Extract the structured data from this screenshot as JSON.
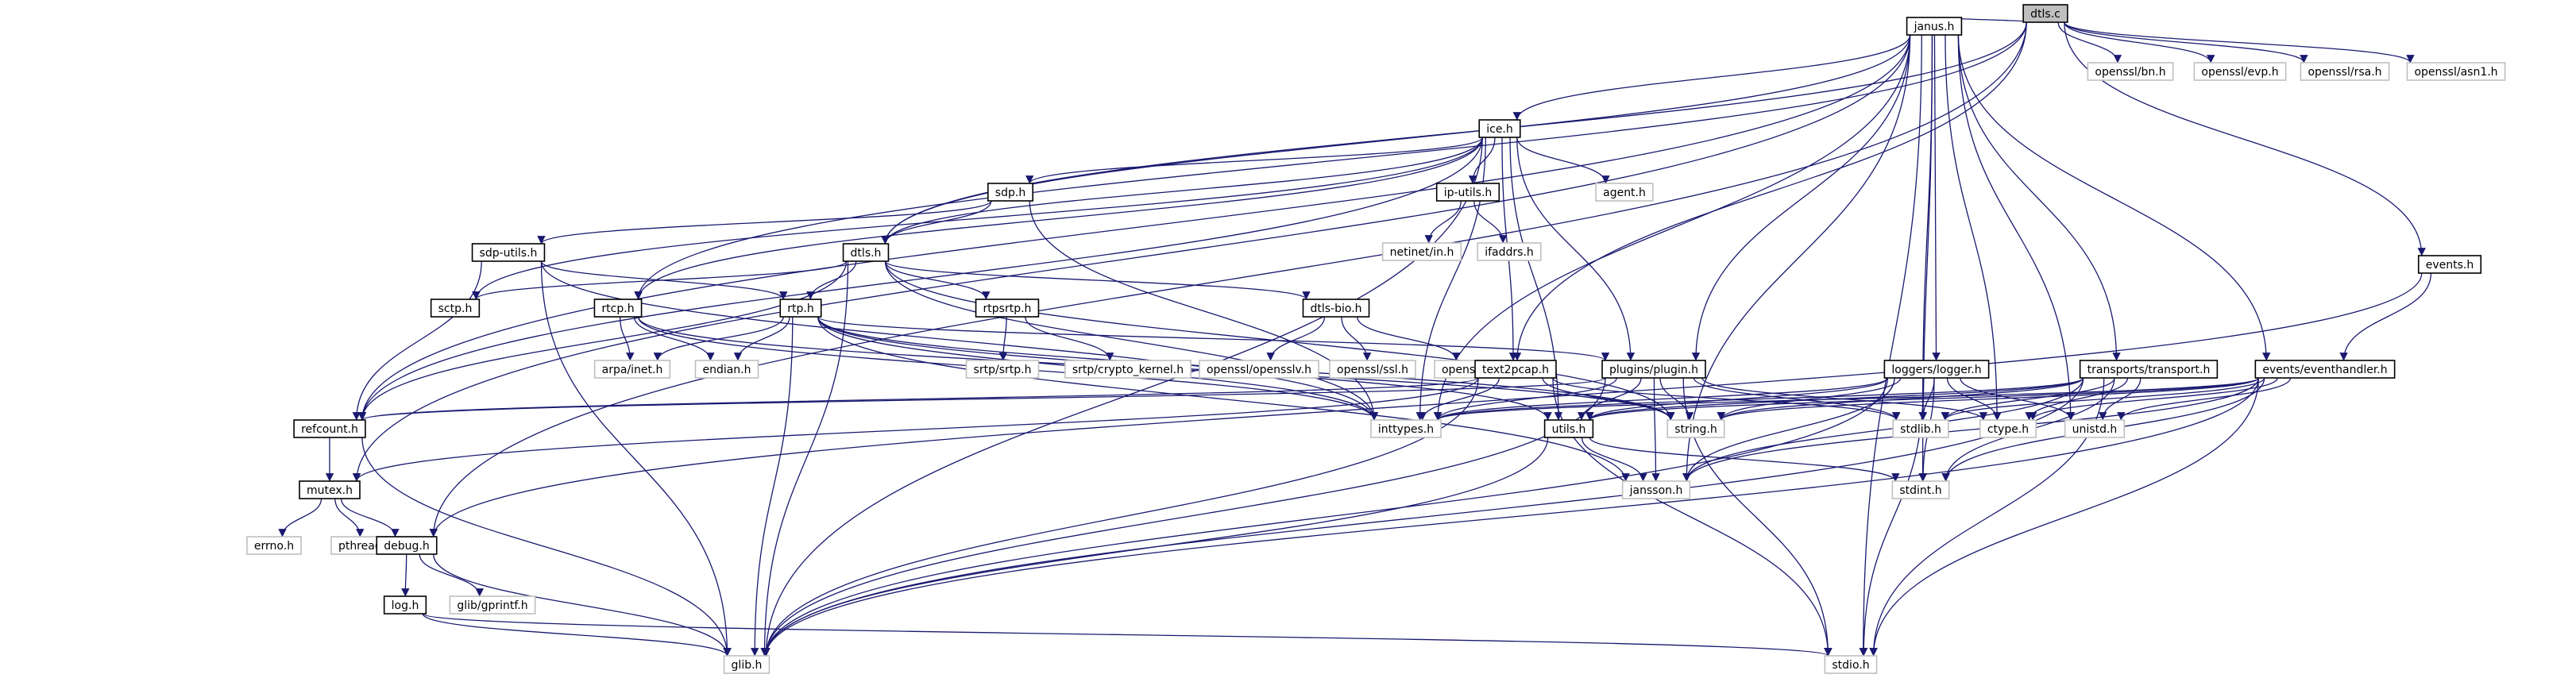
{
  "graph": {
    "nodes": [
      {
        "id": "dtls_c",
        "label": "dtls.c",
        "style": "root"
      },
      {
        "id": "janus_h",
        "label": "janus.h",
        "style": "linked"
      },
      {
        "id": "ossl_bn",
        "label": "openssl/bn.h",
        "style": "external"
      },
      {
        "id": "ossl_evp",
        "label": "openssl/evp.h",
        "style": "external"
      },
      {
        "id": "ossl_rsa",
        "label": "openssl/rsa.h",
        "style": "external"
      },
      {
        "id": "ossl_asn1",
        "label": "openssl/asn1.h",
        "style": "external"
      },
      {
        "id": "ice_h",
        "label": "ice.h",
        "style": "linked"
      },
      {
        "id": "agent_h",
        "label": "agent.h",
        "style": "external"
      },
      {
        "id": "sdp_h",
        "label": "sdp.h",
        "style": "linked"
      },
      {
        "id": "ip_utils_h",
        "label": "ip-utils.h",
        "style": "linked"
      },
      {
        "id": "netinet_in",
        "label": "netinet/in.h",
        "style": "external"
      },
      {
        "id": "ifaddrs_h",
        "label": "ifaddrs.h",
        "style": "external"
      },
      {
        "id": "sdp_utils_h",
        "label": "sdp-utils.h",
        "style": "linked"
      },
      {
        "id": "dtls_h",
        "label": "dtls.h",
        "style": "linked"
      },
      {
        "id": "sctp_h",
        "label": "sctp.h",
        "style": "linked"
      },
      {
        "id": "rtcp_h",
        "label": "rtcp.h",
        "style": "linked"
      },
      {
        "id": "rtp_h",
        "label": "rtp.h",
        "style": "linked"
      },
      {
        "id": "rtpsrtp_h",
        "label": "rtpsrtp.h",
        "style": "linked"
      },
      {
        "id": "dtls_bio_h",
        "label": "dtls-bio.h",
        "style": "linked"
      },
      {
        "id": "events_h",
        "label": "events.h",
        "style": "linked"
      },
      {
        "id": "srtp_srtp",
        "label": "srtp/srtp.h",
        "style": "external"
      },
      {
        "id": "srtp_crypto",
        "label": "srtp/crypto_kernel.h",
        "style": "external"
      },
      {
        "id": "ossl_opensslv",
        "label": "openssl/opensslv.h",
        "style": "external"
      },
      {
        "id": "ossl_ssl",
        "label": "openssl/ssl.h",
        "style": "external"
      },
      {
        "id": "ossl_err",
        "label": "openssl/err.h",
        "style": "external"
      },
      {
        "id": "arpa_inet",
        "label": "arpa/inet.h",
        "style": "external"
      },
      {
        "id": "endian_h",
        "label": "endian.h",
        "style": "external"
      },
      {
        "id": "text2pcap_h",
        "label": "text2pcap.h",
        "style": "linked"
      },
      {
        "id": "plugin_h",
        "label": "plugins/plugin.h",
        "style": "linked"
      },
      {
        "id": "logger_h",
        "label": "loggers/logger.h",
        "style": "linked"
      },
      {
        "id": "transport_h",
        "label": "transports/transport.h",
        "style": "linked"
      },
      {
        "id": "eventhandler_h",
        "label": "events/eventhandler.h",
        "style": "linked"
      },
      {
        "id": "refcount_h",
        "label": "refcount.h",
        "style": "linked"
      },
      {
        "id": "inttypes_h",
        "label": "inttypes.h",
        "style": "external"
      },
      {
        "id": "utils_h",
        "label": "utils.h",
        "style": "linked"
      },
      {
        "id": "string_h",
        "label": "string.h",
        "style": "external"
      },
      {
        "id": "stdlib_h",
        "label": "stdlib.h",
        "style": "external"
      },
      {
        "id": "ctype_h",
        "label": "ctype.h",
        "style": "external"
      },
      {
        "id": "unistd_h",
        "label": "unistd.h",
        "style": "external"
      },
      {
        "id": "mutex_h",
        "label": "mutex.h",
        "style": "linked"
      },
      {
        "id": "jansson_h",
        "label": "jansson.h",
        "style": "external"
      },
      {
        "id": "stdint_h",
        "label": "stdint.h",
        "style": "external"
      },
      {
        "id": "errno_h",
        "label": "errno.h",
        "style": "external"
      },
      {
        "id": "pthread_h",
        "label": "pthread.h",
        "style": "external"
      },
      {
        "id": "debug_h",
        "label": "debug.h",
        "style": "linked"
      },
      {
        "id": "log_h",
        "label": "log.h",
        "style": "linked"
      },
      {
        "id": "glib_printf",
        "label": "glib/gprintf.h",
        "style": "external"
      },
      {
        "id": "glib_h",
        "label": "glib.h",
        "style": "external"
      },
      {
        "id": "stdio_h",
        "label": "stdio.h",
        "style": "external"
      }
    ],
    "edges": [
      [
        "dtls_c",
        "janus_h"
      ],
      [
        "dtls_c",
        "ossl_bn"
      ],
      [
        "dtls_c",
        "ossl_evp"
      ],
      [
        "dtls_c",
        "ossl_rsa"
      ],
      [
        "dtls_c",
        "ossl_asn1"
      ],
      [
        "dtls_c",
        "dtls_h"
      ],
      [
        "dtls_c",
        "rtcp_h"
      ],
      [
        "dtls_c",
        "events_h"
      ],
      [
        "dtls_c",
        "ossl_err"
      ],
      [
        "dtls_c",
        "debug_h"
      ],
      [
        "janus_h",
        "ice_h"
      ],
      [
        "janus_h",
        "refcount_h"
      ],
      [
        "janus_h",
        "mutex_h"
      ],
      [
        "janus_h",
        "jansson_h"
      ],
      [
        "janus_h",
        "plugin_h"
      ],
      [
        "janus_h",
        "logger_h"
      ],
      [
        "janus_h",
        "transport_h"
      ],
      [
        "janus_h",
        "eventhandler_h"
      ],
      [
        "janus_h",
        "inttypes_h"
      ],
      [
        "janus_h",
        "stdlib_h"
      ],
      [
        "janus_h",
        "ctype_h"
      ],
      [
        "janus_h",
        "unistd_h"
      ],
      [
        "janus_h",
        "stdint_h"
      ],
      [
        "janus_h",
        "stdio_h"
      ],
      [
        "janus_h",
        "dtls_h"
      ],
      [
        "ice_h",
        "agent_h"
      ],
      [
        "ice_h",
        "sdp_h"
      ],
      [
        "ice_h",
        "ip_utils_h"
      ],
      [
        "ice_h",
        "dtls_h"
      ],
      [
        "ice_h",
        "sctp_h"
      ],
      [
        "ice_h",
        "rtcp_h"
      ],
      [
        "ice_h",
        "text2pcap_h"
      ],
      [
        "ice_h",
        "utils_h"
      ],
      [
        "ice_h",
        "plugin_h"
      ],
      [
        "ice_h",
        "refcount_h"
      ],
      [
        "ice_h",
        "glib_h"
      ],
      [
        "ice_h",
        "inttypes_h"
      ],
      [
        "ip_utils_h",
        "netinet_in"
      ],
      [
        "ip_utils_h",
        "ifaddrs_h"
      ],
      [
        "sdp_h",
        "sdp_utils_h"
      ],
      [
        "sdp_h",
        "dtls_h"
      ],
      [
        "sdp_h",
        "inttypes_h"
      ],
      [
        "sdp_utils_h",
        "rtp_h"
      ],
      [
        "sdp_utils_h",
        "refcount_h"
      ],
      [
        "sdp_utils_h",
        "glib_h"
      ],
      [
        "sdp_utils_h",
        "inttypes_h"
      ],
      [
        "dtls_h",
        "rtp_h"
      ],
      [
        "dtls_h",
        "rtpsrtp_h"
      ],
      [
        "dtls_h",
        "dtls_bio_h"
      ],
      [
        "dtls_h",
        "sctp_h"
      ],
      [
        "dtls_h",
        "refcount_h"
      ],
      [
        "dtls_h",
        "glib_h"
      ],
      [
        "dtls_h",
        "inttypes_h"
      ],
      [
        "dtls_h",
        "string_h"
      ],
      [
        "rtpsrtp_h",
        "srtp_srtp"
      ],
      [
        "rtpsrtp_h",
        "srtp_crypto"
      ],
      [
        "dtls_bio_h",
        "ossl_opensslv"
      ],
      [
        "dtls_bio_h",
        "ossl_ssl"
      ],
      [
        "dtls_bio_h",
        "ossl_err"
      ],
      [
        "rtcp_h",
        "arpa_inet"
      ],
      [
        "rtcp_h",
        "endian_h"
      ],
      [
        "rtcp_h",
        "inttypes_h"
      ],
      [
        "rtcp_h",
        "string_h"
      ],
      [
        "rtp_h",
        "arpa_inet"
      ],
      [
        "rtp_h",
        "endian_h"
      ],
      [
        "rtp_h",
        "inttypes_h"
      ],
      [
        "rtp_h",
        "string_h"
      ],
      [
        "rtp_h",
        "glib_h"
      ],
      [
        "rtp_h",
        "jansson_h"
      ],
      [
        "rtp_h",
        "plugin_h"
      ],
      [
        "rtp_h",
        "utils_h"
      ],
      [
        "text2pcap_h",
        "inttypes_h"
      ],
      [
        "text2pcap_h",
        "string_h"
      ],
      [
        "text2pcap_h",
        "stdio_h"
      ],
      [
        "text2pcap_h",
        "glib_h"
      ],
      [
        "text2pcap_h",
        "refcount_h"
      ],
      [
        "text2pcap_h",
        "mutex_h"
      ],
      [
        "text2pcap_h",
        "stdlib_h"
      ],
      [
        "plugin_h",
        "inttypes_h"
      ],
      [
        "plugin_h",
        "string_h"
      ],
      [
        "plugin_h",
        "stdlib_h"
      ],
      [
        "plugin_h",
        "glib_h"
      ],
      [
        "plugin_h",
        "jansson_h"
      ],
      [
        "plugin_h",
        "utils_h"
      ],
      [
        "plugin_h",
        "refcount_h"
      ],
      [
        "plugin_h",
        "stdio_h"
      ],
      [
        "plugin_h",
        "ctype_h"
      ],
      [
        "logger_h",
        "inttypes_h"
      ],
      [
        "logger_h",
        "string_h"
      ],
      [
        "logger_h",
        "stdlib_h"
      ],
      [
        "logger_h",
        "ctype_h"
      ],
      [
        "logger_h",
        "unistd_h"
      ],
      [
        "logger_h",
        "glib_h"
      ],
      [
        "logger_h",
        "jansson_h"
      ],
      [
        "logger_h",
        "stdint_h"
      ],
      [
        "logger_h",
        "stdio_h"
      ],
      [
        "logger_h",
        "utils_h"
      ],
      [
        "transport_h",
        "inttypes_h"
      ],
      [
        "transport_h",
        "string_h"
      ],
      [
        "transport_h",
        "stdlib_h"
      ],
      [
        "transport_h",
        "ctype_h"
      ],
      [
        "transport_h",
        "unistd_h"
      ],
      [
        "transport_h",
        "glib_h"
      ],
      [
        "transport_h",
        "jansson_h"
      ],
      [
        "transport_h",
        "stdint_h"
      ],
      [
        "transport_h",
        "stdio_h"
      ],
      [
        "transport_h",
        "utils_h"
      ],
      [
        "events_h",
        "eventhandler_h"
      ],
      [
        "events_h",
        "debug_h"
      ],
      [
        "eventhandler_h",
        "inttypes_h"
      ],
      [
        "eventhandler_h",
        "string_h"
      ],
      [
        "eventhandler_h",
        "stdlib_h"
      ],
      [
        "eventhandler_h",
        "ctype_h"
      ],
      [
        "eventhandler_h",
        "unistd_h"
      ],
      [
        "eventhandler_h",
        "glib_h"
      ],
      [
        "eventhandler_h",
        "jansson_h"
      ],
      [
        "eventhandler_h",
        "stdint_h"
      ],
      [
        "eventhandler_h",
        "stdio_h"
      ],
      [
        "eventhandler_h",
        "utils_h"
      ],
      [
        "refcount_h",
        "glib_h"
      ],
      [
        "refcount_h",
        "mutex_h"
      ],
      [
        "utils_h",
        "glib_h"
      ],
      [
        "utils_h",
        "jansson_h"
      ],
      [
        "utils_h",
        "stdint_h"
      ],
      [
        "mutex_h",
        "errno_h"
      ],
      [
        "mutex_h",
        "pthread_h"
      ],
      [
        "mutex_h",
        "debug_h"
      ],
      [
        "debug_h",
        "log_h"
      ],
      [
        "debug_h",
        "glib_printf"
      ],
      [
        "debug_h",
        "glib_h"
      ],
      [
        "log_h",
        "glib_h"
      ],
      [
        "log_h",
        "stdio_h"
      ]
    ]
  },
  "colors": {
    "root_fill": "#bfbfbf",
    "linked_fill": "#ffffff",
    "linked_border": "#000000",
    "external_border": "#bfbfbf",
    "edge": "#191970",
    "text": "#000000"
  }
}
